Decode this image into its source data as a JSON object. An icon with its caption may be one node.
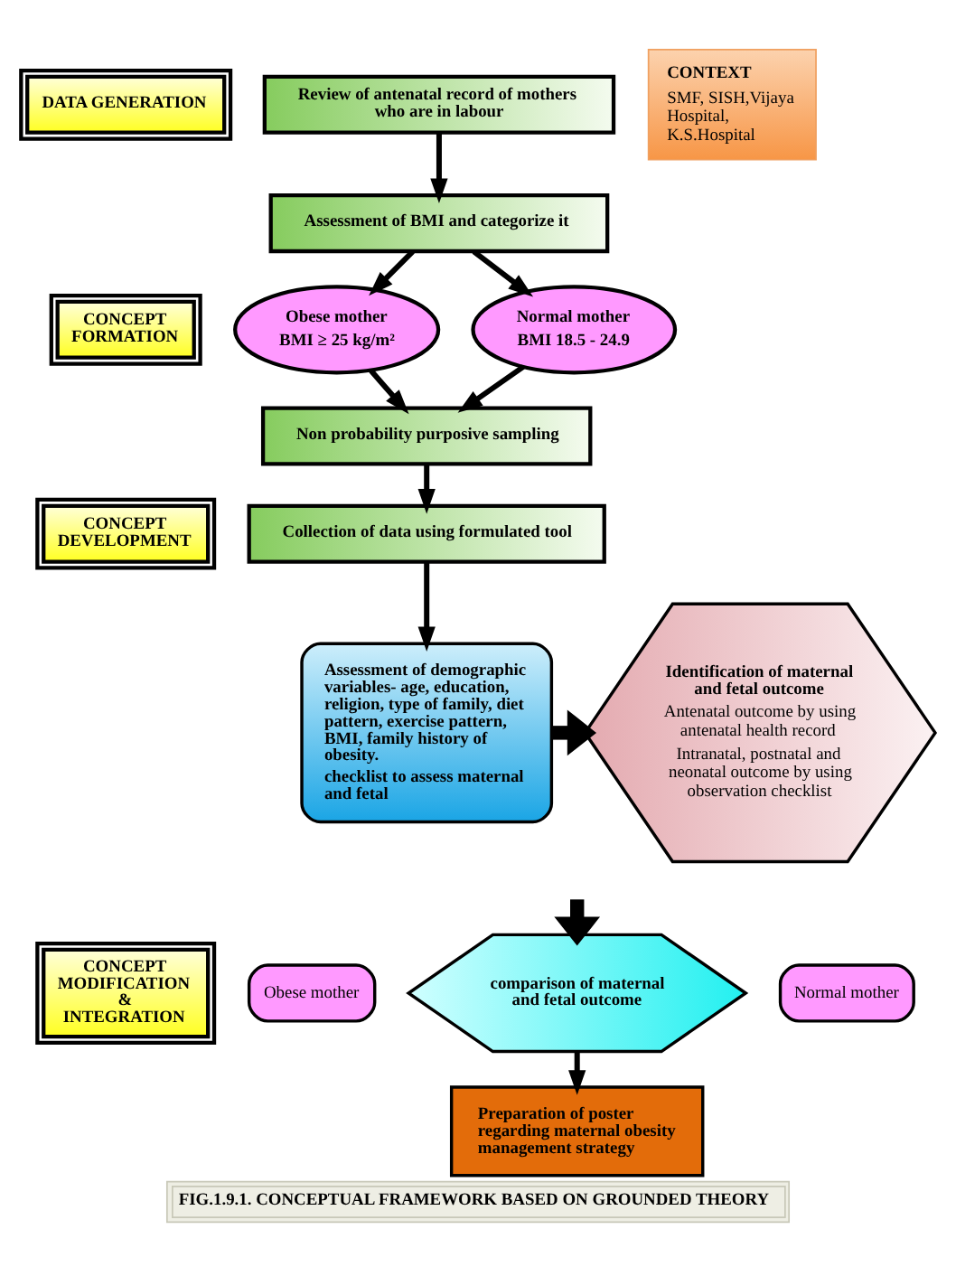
{
  "diagram": {
    "caption": "FIG.1.9.1. CONCEPTUAL FRAMEWORK BASED ON GROUNDED THEORY",
    "nodes": [
      {
        "text": [
          "DATA GENERATION"
        ]
      },
      {
        "text": [
          "Review of antenatal record of mothers who are in labour"
        ]
      },
      {
        "text": [
          "CONTEXT",
          "SMF, SISH,Vijaya Hospital, K.S.Hospital"
        ]
      },
      {
        "text": [
          "Assessment of BMI and categorize it"
        ]
      },
      {
        "text": [
          "CONCEPT FORMATION"
        ]
      },
      {
        "text": [
          "Obese mother",
          "BMI ≥ 25 kg/m²"
        ]
      },
      {
        "text": [
          "Normal mother",
          "BMI 18.5 - 24.9"
        ]
      },
      {
        "text": [
          "Non probability purposive sampling"
        ]
      },
      {
        "text": [
          "CONCEPT DEVELOPMENT"
        ]
      },
      {
        "text": [
          "Collection of data using formulated tool"
        ]
      },
      {
        "text": [
          "Assessment of demographic variables- age, education, religion, type of family, diet pattern, exercise pattern, BMI, family history of obesity.",
          "checklist to assess maternal and fetal"
        ]
      },
      {
        "text": [
          "Identification of maternal and fetal outcome",
          "Antenatal outcome by using antenatal health record",
          "Intranatal, postnatal and neonatal outcome by using observation checklist"
        ]
      },
      {
        "text": [
          "CONCEPT MODIFICATION & INTEGRATION"
        ]
      },
      {
        "text": [
          "Obese mother"
        ]
      },
      {
        "text": [
          "comparison of maternal and fetal outcome"
        ]
      },
      {
        "text": [
          "Normal mother"
        ]
      },
      {
        "text": [
          "Preparation of poster regarding maternal obesity management strategy"
        ]
      }
    ],
    "edges": [
      {
        "from": 1,
        "to": 3,
        "arrow": "to"
      },
      {
        "from": 3,
        "to": 5,
        "arrow": "to"
      },
      {
        "from": 3,
        "to": 6,
        "arrow": "to"
      },
      {
        "from": 5,
        "to": 7,
        "arrow": "to"
      },
      {
        "from": 6,
        "to": 7,
        "arrow": "to"
      },
      {
        "from": 7,
        "to": 9,
        "arrow": "to"
      },
      {
        "from": 9,
        "to": 10,
        "arrow": "to"
      },
      {
        "from": 10,
        "to": 11,
        "arrow": "to",
        "style": "thick"
      },
      {
        "from": null,
        "to": 14,
        "arrow": "to",
        "style": "thick"
      },
      {
        "from": 14,
        "to": 16,
        "arrow": "to"
      }
    ]
  }
}
